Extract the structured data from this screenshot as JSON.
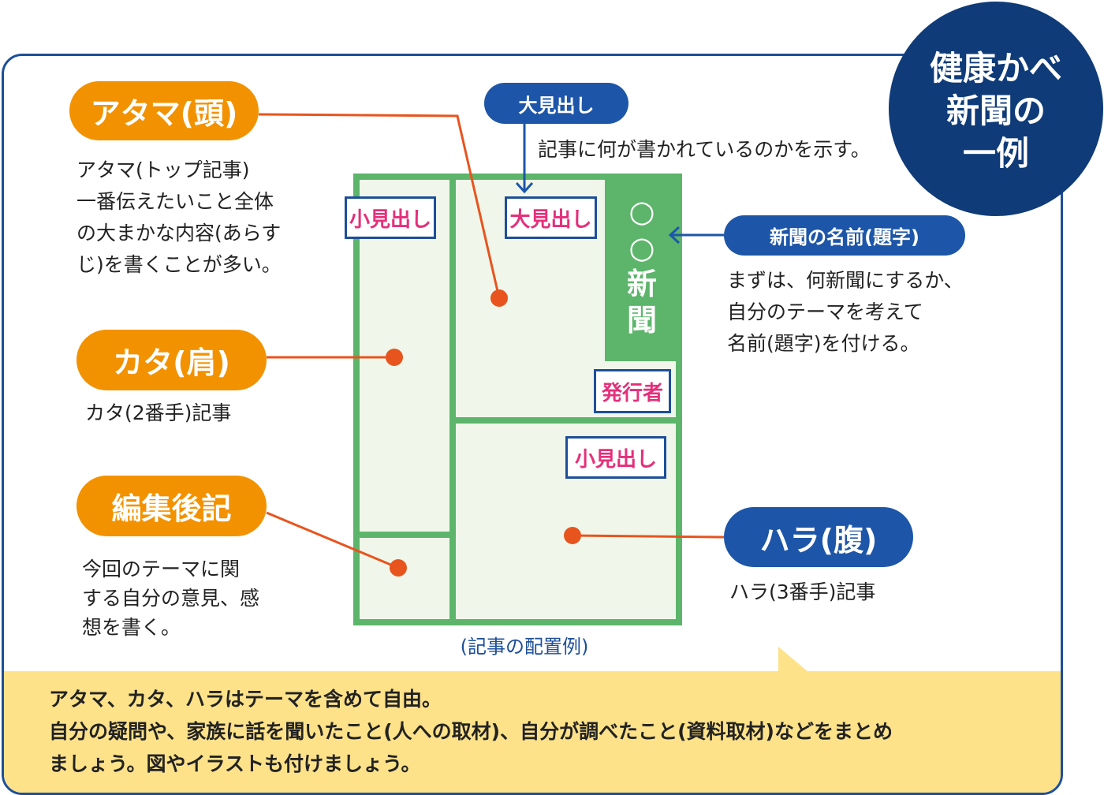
{
  "title": {
    "line1": "健康かべ",
    "line2": "新聞の",
    "line3": "一例"
  },
  "labels": {
    "atama": "アタマ(頭)",
    "kata": "カタ(肩)",
    "henshu": "編集後記",
    "omidashi": "大見出し",
    "daiji": "新聞の名前(題字)",
    "hara": "ハラ(腹)"
  },
  "descriptions": {
    "atama": [
      "アタマ(トップ記事)",
      "一番伝えたいこと全体",
      "の大まかな内容(あらす",
      "じ)を書くことが多い。"
    ],
    "kata": "カタ(2番手)記事",
    "henshu": [
      "今回のテーマに関",
      "する自分の意見、感",
      "想を書く。"
    ],
    "omidashi": "記事に何が書かれているのかを示す。",
    "daiji": [
      "まずは、何新聞にするか、",
      "自分のテーマを考えて",
      "名前(題字)を付ける。"
    ],
    "hara": "ハラ(3番手)記事"
  },
  "layout_boxes": {
    "komidashi_left": "小見出し",
    "omidashi": "大見出し",
    "komidashi_right": "小見出し",
    "newspaper_name": [
      "○",
      "○",
      "新",
      "聞"
    ],
    "publisher": "発行者",
    "caption": "(記事の配置例)"
  },
  "bottom_note": [
    "アタマ、カタ、ハラはテーマを含めて自由。",
    "自分の疑問や、家族に話を聞いたこと(人への取材)、自分が調べたこと(資料取材)などをまとめ",
    "ましょう。図やイラストも付けましょう。"
  ],
  "colors": {
    "orange": "#f29200",
    "blue": "#1d56a8",
    "navy": "#0f3b78",
    "green": "#5cb56a",
    "yellow": "#fde28a",
    "pink": "#e4307a",
    "line": "#e8541e"
  }
}
